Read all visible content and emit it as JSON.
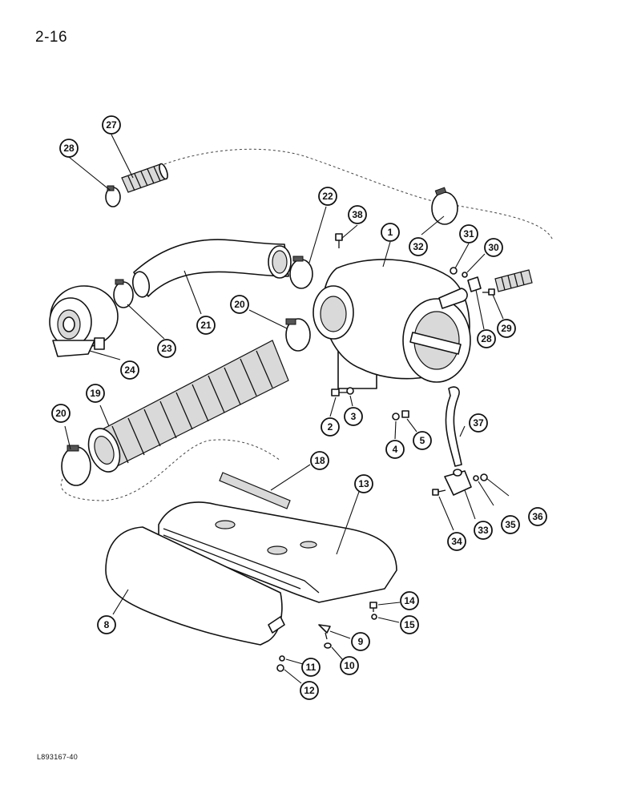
{
  "page": {
    "number": "2-16",
    "code": "L893167-40"
  },
  "callouts": [
    {
      "id": "c1",
      "label": "1"
    },
    {
      "id": "c2",
      "label": "2"
    },
    {
      "id": "c3",
      "label": "3"
    },
    {
      "id": "c4",
      "label": "4"
    },
    {
      "id": "c5",
      "label": "5"
    },
    {
      "id": "c8",
      "label": "8"
    },
    {
      "id": "c9",
      "label": "9"
    },
    {
      "id": "c10",
      "label": "10"
    },
    {
      "id": "c11",
      "label": "11"
    },
    {
      "id": "c12",
      "label": "12"
    },
    {
      "id": "c13",
      "label": "13"
    },
    {
      "id": "c14",
      "label": "14"
    },
    {
      "id": "c15",
      "label": "15"
    },
    {
      "id": "c18",
      "label": "18"
    },
    {
      "id": "c19",
      "label": "19"
    },
    {
      "id": "c20a",
      "label": "20"
    },
    {
      "id": "c20b",
      "label": "20"
    },
    {
      "id": "c21",
      "label": "21"
    },
    {
      "id": "c22",
      "label": "22"
    },
    {
      "id": "c23",
      "label": "23"
    },
    {
      "id": "c24",
      "label": "24"
    },
    {
      "id": "c27",
      "label": "27"
    },
    {
      "id": "c28a",
      "label": "28"
    },
    {
      "id": "c28b",
      "label": "28"
    },
    {
      "id": "c29",
      "label": "29"
    },
    {
      "id": "c30",
      "label": "30"
    },
    {
      "id": "c31",
      "label": "31"
    },
    {
      "id": "c32",
      "label": "32"
    },
    {
      "id": "c33",
      "label": "33"
    },
    {
      "id": "c34",
      "label": "34"
    },
    {
      "id": "c35",
      "label": "35"
    },
    {
      "id": "c36",
      "label": "36"
    },
    {
      "id": "c37",
      "label": "37"
    },
    {
      "id": "c38",
      "label": "38"
    }
  ]
}
